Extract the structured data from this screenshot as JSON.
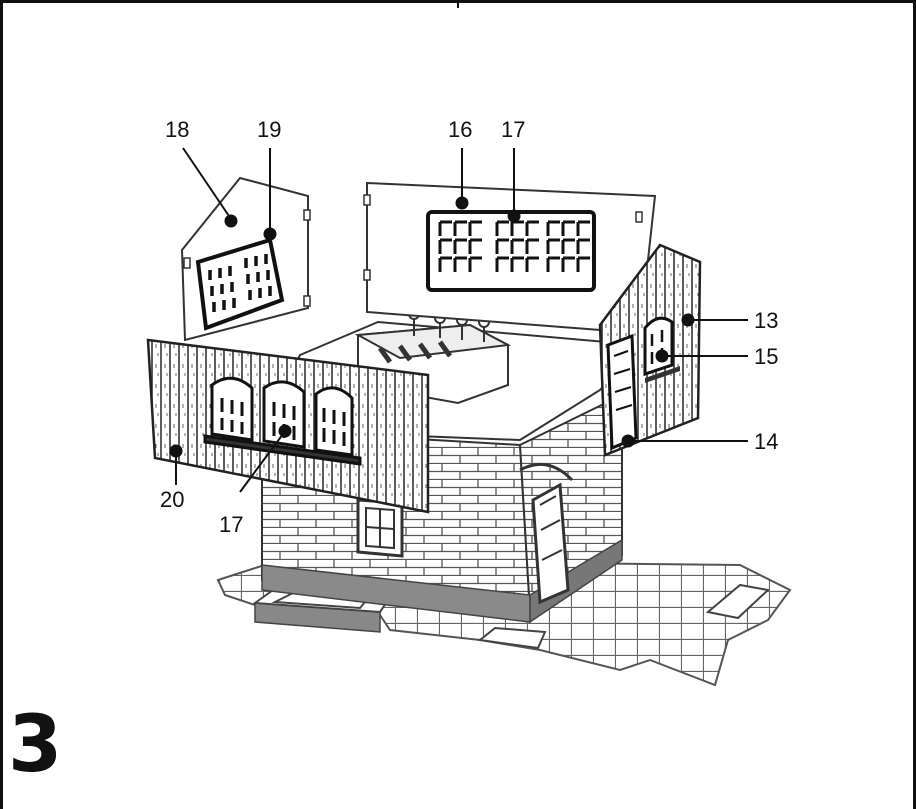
{
  "diagram": {
    "step_number": "3",
    "callouts": [
      {
        "id": "c18",
        "label": "18"
      },
      {
        "id": "c19",
        "label": "19"
      },
      {
        "id": "c16",
        "label": "16"
      },
      {
        "id": "c17a",
        "label": "17"
      },
      {
        "id": "c13",
        "label": "13"
      },
      {
        "id": "c15",
        "label": "15"
      },
      {
        "id": "c14",
        "label": "14"
      },
      {
        "id": "c20",
        "label": "20"
      },
      {
        "id": "c17b",
        "label": "17"
      }
    ]
  }
}
